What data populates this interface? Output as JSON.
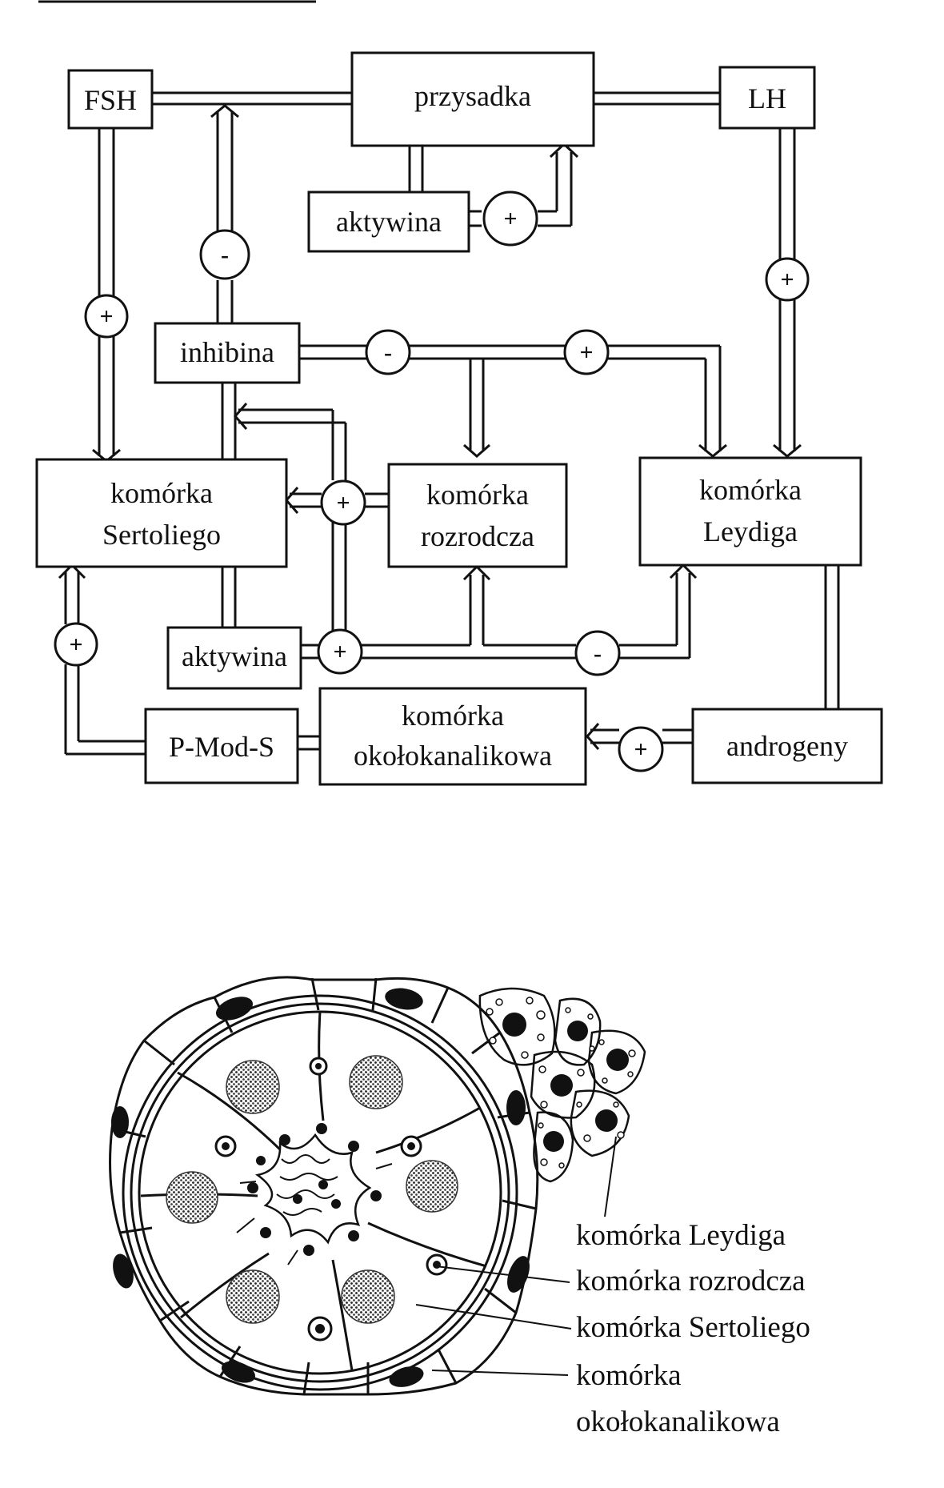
{
  "boxes": {
    "fsh": "FSH",
    "przysadka": "przysadka",
    "lh": "LH",
    "aktywina_top": "aktywina",
    "inhibina": "inhibina",
    "sertoli": [
      "komórka",
      "Sertoliego"
    ],
    "rozrodcza": [
      "komórka",
      "rozrodcza"
    ],
    "leydig": [
      "komórka",
      "Leydiga"
    ],
    "aktywina_bottom": "aktywina",
    "pmods": "P-Mod-S",
    "okolokanalikowa": [
      "komórka",
      "okołokanalikowa"
    ],
    "androgeny": "androgeny"
  },
  "signs": {
    "plus": "+",
    "minus": "-"
  },
  "legend": {
    "leydig": "komórka Leydiga",
    "rozrodcza": "komórka rozrodcza",
    "sertoli": "komórka Sertoliego",
    "okolokanalikowa": [
      "komórka",
      "okołokanalikowa"
    ]
  },
  "colors": {
    "ink": "#111111",
    "paper": "#ffffff",
    "stipple": "#555555"
  }
}
